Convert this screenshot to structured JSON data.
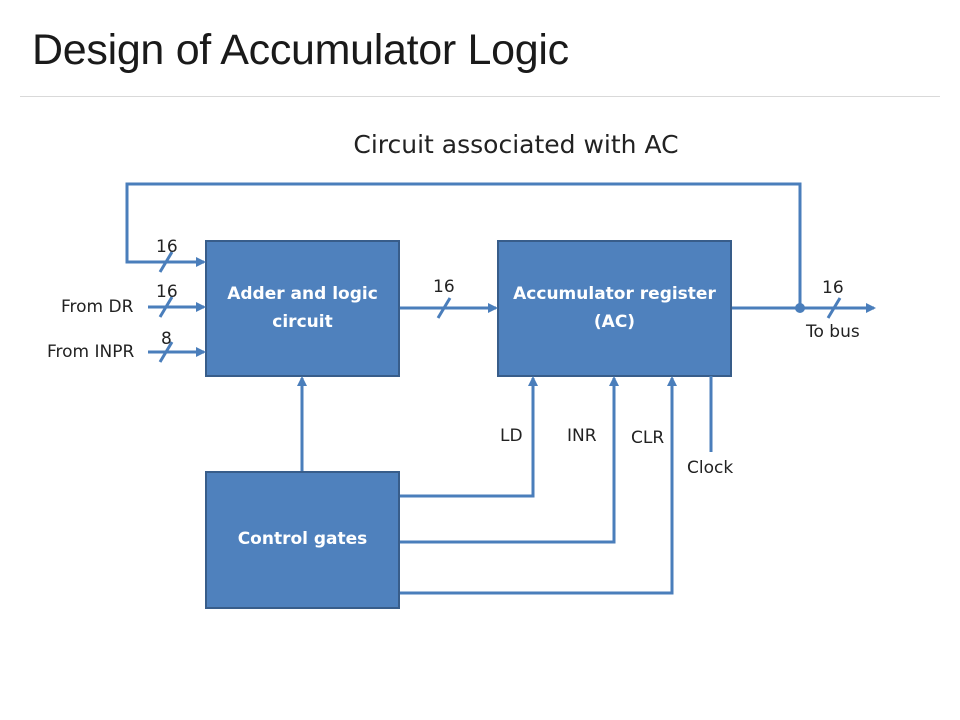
{
  "slide": {
    "title": "Design of Accumulator Logic"
  },
  "diagram": {
    "subtitle": "Circuit associated with AC",
    "blocks": {
      "adder": "Adder and logic circuit",
      "ac": "Accumulator register (AC)",
      "control": "Control gates"
    },
    "inputs": {
      "from_dr": "From DR",
      "from_inpr": "From INPR"
    },
    "output": "To bus",
    "control_signals": {
      "ld": "LD",
      "inr": "INR",
      "clr": "CLR",
      "clock": "Clock"
    },
    "bus_widths": {
      "feedback": "16",
      "dr": "16",
      "inpr": "8",
      "adder_to_ac": "16",
      "ac_to_bus": "16"
    }
  },
  "colors": {
    "block_fill": "#4f81bd",
    "block_border": "#385d8a",
    "line": "#4a7ebb"
  }
}
